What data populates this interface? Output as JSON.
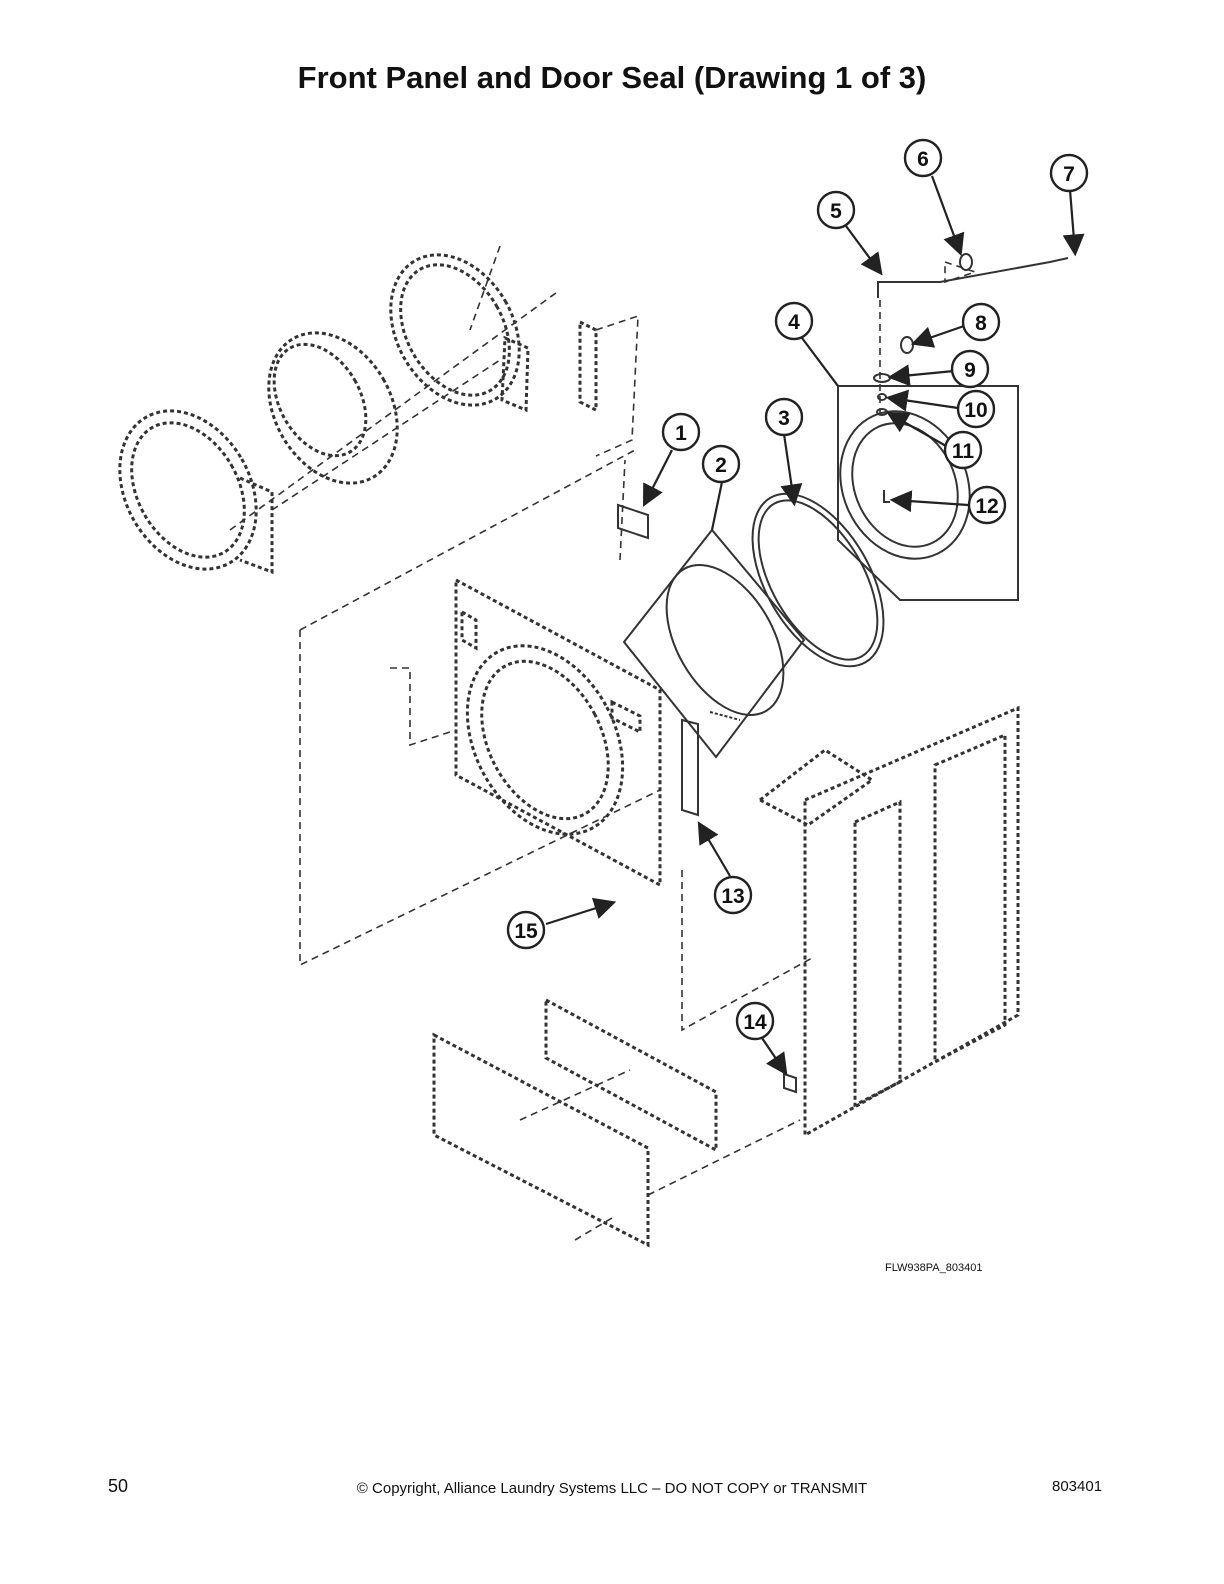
{
  "page": {
    "title": "Front Panel and Door Seal (Drawing 1 of 3)",
    "drawing_code": "FLW938PA_803401",
    "page_number": "50",
    "copyright": "© Copyright, Alliance Laundry Systems LLC – DO NOT COPY or TRANSMIT",
    "doc_number": "803401"
  },
  "callouts": [
    "1",
    "2",
    "3",
    "4",
    "5",
    "6",
    "7",
    "8",
    "9",
    "10",
    "11",
    "12",
    "13",
    "14",
    "15"
  ]
}
